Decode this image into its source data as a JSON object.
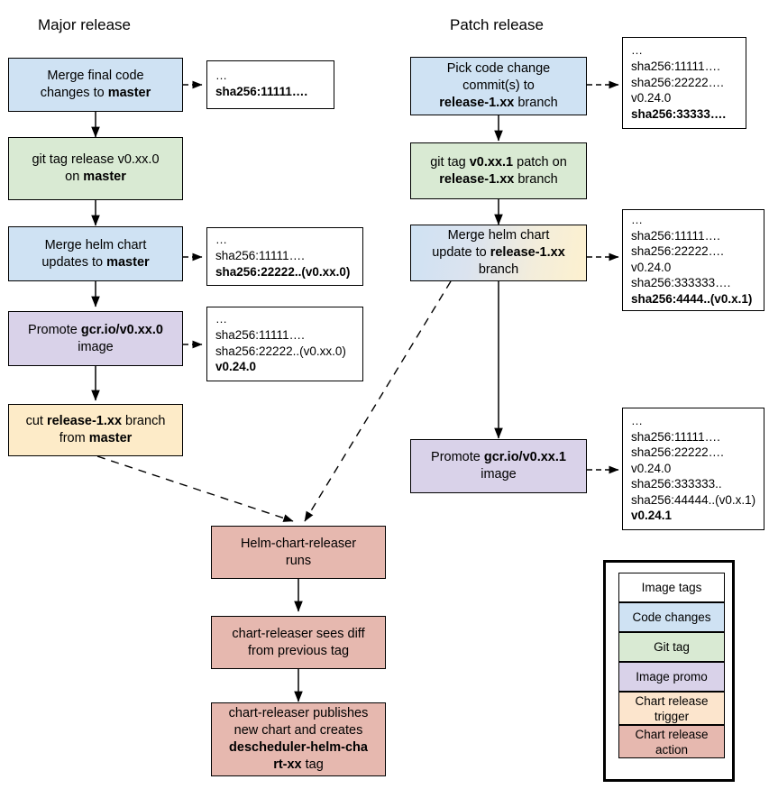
{
  "diagram": {
    "title_major": "Major release",
    "title_patch": "Patch release"
  },
  "major_flow": [
    {
      "id": "merge-final-code",
      "type": "code-changes",
      "text_html": "Merge final code<br>changes to <b>master</b>",
      "plain": "Merge final code changes to master"
    },
    {
      "id": "git-tag-release",
      "type": "git-tag",
      "text_html": "git tag release v0.xx.0<br>on <b>master</b>",
      "plain": "git tag release v0.xx.0 on master"
    },
    {
      "id": "merge-helm-chart-updates",
      "type": "code-changes",
      "text_html": "Merge helm chart<br>updates to <b>master</b>",
      "plain": "Merge helm chart updates to master"
    },
    {
      "id": "promote-image-major",
      "type": "image-promo",
      "text_html": "Promote <b>gcr.io/v0.xx.0</b><br>image",
      "plain": "Promote gcr.io/v0.xx.0 image"
    },
    {
      "id": "cut-release-branch",
      "type": "chart-release-trigger",
      "text_html": "cut <b>release-1.xx</b> branch<br>from <b>master</b>",
      "plain": "cut release-1.xx branch from master"
    }
  ],
  "major_tag_boxes": [
    {
      "id": "tags-after-merge-final-code",
      "lines": [
        {
          "text": "…",
          "bold": false,
          "dots": true
        },
        {
          "text": "sha256:11111….",
          "bold": true,
          "dots": false
        }
      ]
    },
    {
      "id": "tags-after-merge-helm-chart",
      "lines": [
        {
          "text": "…",
          "bold": false,
          "dots": true
        },
        {
          "text": "sha256:11111….",
          "bold": false,
          "dots": false
        },
        {
          "text": "sha256:22222..(v0.xx.0)",
          "bold": true,
          "dots": false
        }
      ]
    },
    {
      "id": "tags-after-promote-major",
      "lines": [
        {
          "text": "…",
          "bold": false,
          "dots": true
        },
        {
          "text": "sha256:11111….",
          "bold": false,
          "dots": false
        },
        {
          "text": "sha256:22222..(v0.xx.0)",
          "bold": false,
          "dots": false
        },
        {
          "text": "v0.24.0",
          "bold": true,
          "dots": false
        }
      ]
    }
  ],
  "patch_flow": [
    {
      "id": "pick-code-change-commits",
      "type": "code-changes",
      "text_html": "Pick code change<br>commit(s) to<br><b>release-1.xx</b> branch",
      "plain": "Pick code change commit(s) to release-1.xx branch"
    },
    {
      "id": "git-tag-patch",
      "type": "git-tag",
      "text_html": "git tag <b>v0.xx.1</b> patch on<br><b>release-1.xx</b> branch",
      "plain": "git tag v0.xx.1 patch on release-1.xx branch"
    },
    {
      "id": "merge-helm-chart-update-patch",
      "type": "gradient-code-to-trigger",
      "text_html": "Merge helm chart<br>update to <b>release-1.xx</b><br>branch",
      "plain": "Merge helm chart update to release-1.xx branch"
    },
    {
      "id": "promote-image-patch",
      "type": "image-promo",
      "text_html": "Promote <b>gcr.io/v0.xx.1</b><br>image",
      "plain": "Promote gcr.io/v0.xx.1 image"
    }
  ],
  "patch_tag_boxes": [
    {
      "id": "tags-after-pick-commits",
      "lines": [
        {
          "text": "…",
          "bold": false,
          "dots": true
        },
        {
          "text": "sha256:11111….",
          "bold": false,
          "dots": false
        },
        {
          "text": "sha256:22222….",
          "bold": false,
          "dots": false
        },
        {
          "text": "v0.24.0",
          "bold": false,
          "dots": false
        },
        {
          "text": "sha256:33333….",
          "bold": true,
          "dots": false
        }
      ]
    },
    {
      "id": "tags-after-merge-helm-patch",
      "lines": [
        {
          "text": "…",
          "bold": false,
          "dots": true
        },
        {
          "text": "sha256:11111….",
          "bold": false,
          "dots": false
        },
        {
          "text": "sha256:22222….",
          "bold": false,
          "dots": false
        },
        {
          "text": "v0.24.0",
          "bold": false,
          "dots": false
        },
        {
          "text": "sha256:333333….",
          "bold": false,
          "dots": false
        },
        {
          "text": "sha256:4444..(v0.x.1)",
          "bold": true,
          "dots": false
        }
      ]
    },
    {
      "id": "tags-after-promote-patch",
      "lines": [
        {
          "text": "…",
          "bold": false,
          "dots": true
        },
        {
          "text": "sha256:11111….",
          "bold": false,
          "dots": false
        },
        {
          "text": "sha256:22222….",
          "bold": false,
          "dots": false
        },
        {
          "text": "v0.24.0",
          "bold": false,
          "dots": false
        },
        {
          "text": "sha256:333333..",
          "bold": false,
          "dots": false
        },
        {
          "text": "sha256:44444..(v0.x.1)",
          "bold": false,
          "dots": false
        },
        {
          "text": "v0.24.1",
          "bold": true,
          "dots": false
        }
      ]
    }
  ],
  "release_flow": [
    {
      "id": "helm-chart-releaser-runs",
      "type": "chart-release-action",
      "text_html": "Helm-chart-releaser<br>runs",
      "plain": "Helm-chart-releaser runs"
    },
    {
      "id": "chart-releaser-sees-diff",
      "type": "chart-release-action",
      "text_html": "chart-releaser sees diff<br>from previous tag",
      "plain": "chart-releaser sees diff from previous tag"
    },
    {
      "id": "chart-releaser-publishes",
      "type": "chart-release-action",
      "text_html": "chart-releaser publishes<br>new chart and creates<br><b>descheduler-helm-cha</b><br><b>rt-xx</b> tag",
      "plain": "chart-releaser publishes new chart and creates descheduler-helm-chart-xx tag"
    }
  ],
  "legend": {
    "items": [
      {
        "label": "Image tags",
        "color": "#ffffff"
      },
      {
        "label": "Code changes",
        "color": "#cfe2f3"
      },
      {
        "label": "Git tag",
        "color": "#d9ead3"
      },
      {
        "label": "Image promo",
        "color": "#d9d2e9"
      },
      {
        "label": "Chart release trigger",
        "color": "#fce5cd"
      },
      {
        "label": "Chart release action",
        "color": "#e6b8af"
      }
    ]
  },
  "colors": {
    "code_changes": "#cfe2f3",
    "git_tag": "#d9ead3",
    "image_promo": "#d9d2e9",
    "chart_release_trigger": "#fce5cd",
    "chart_release_action": "#e6b8af",
    "image_tags": "#ffffff",
    "stroke": "#000000"
  }
}
